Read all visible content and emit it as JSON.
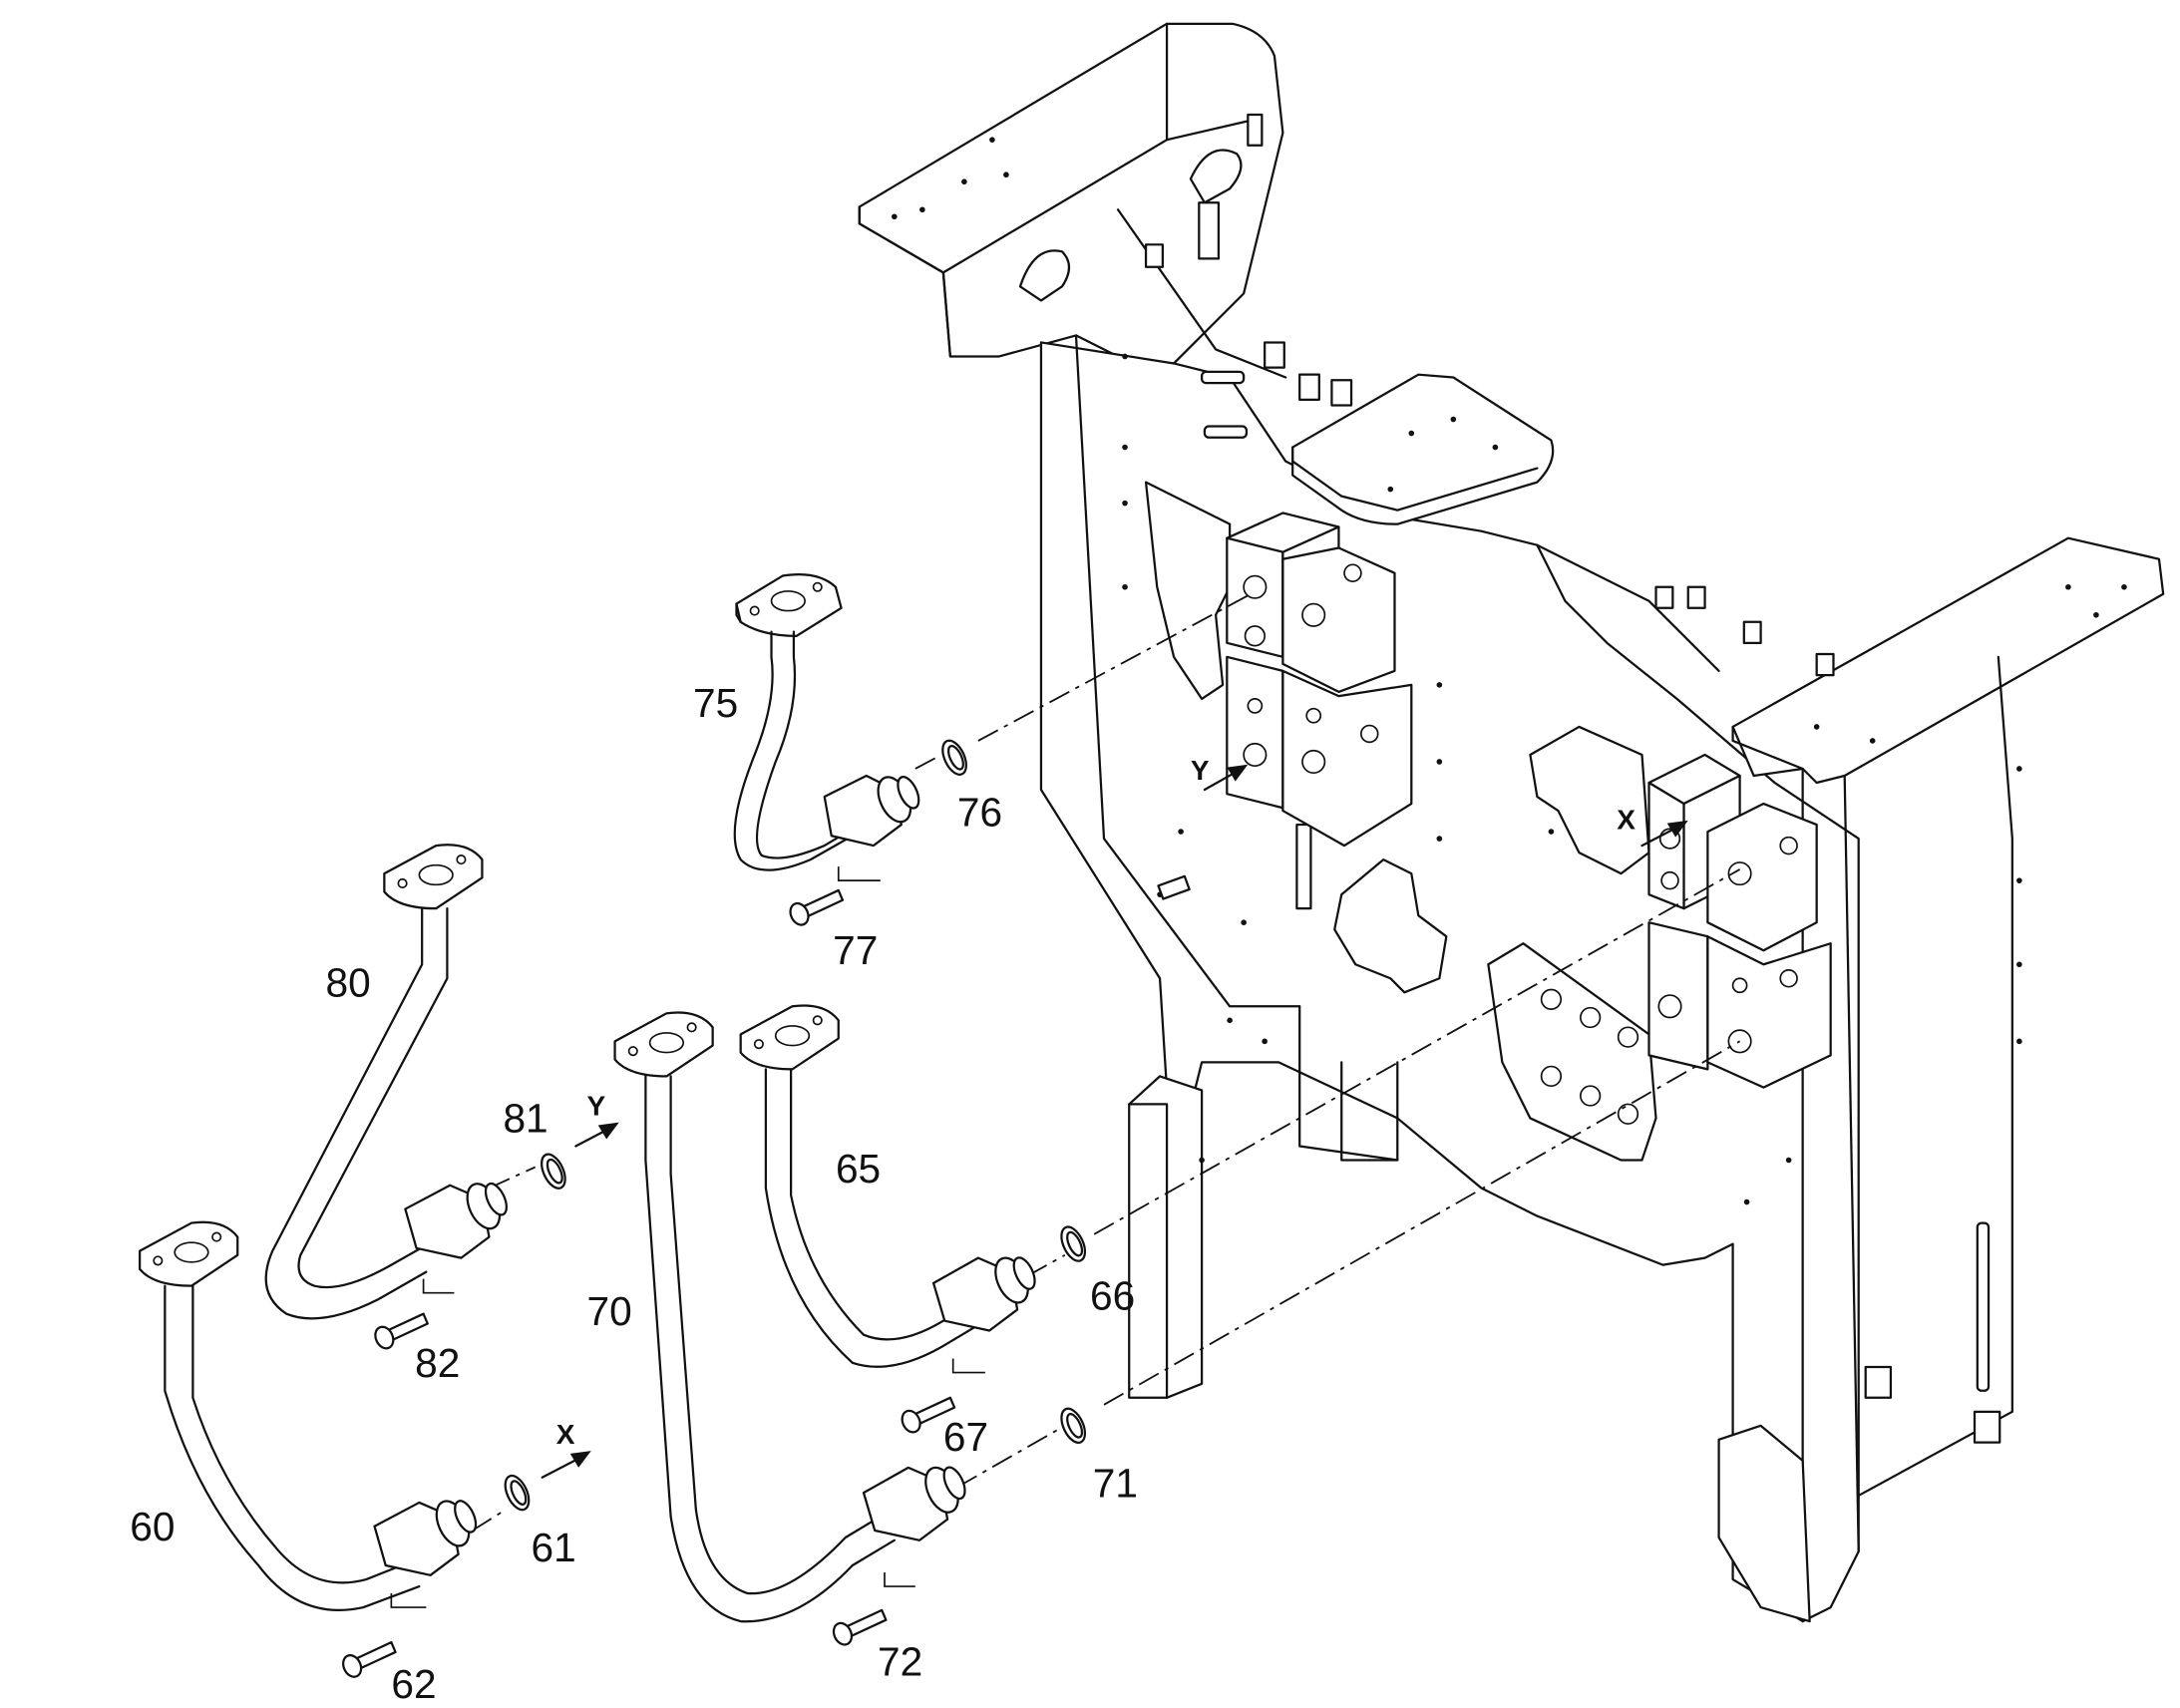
{
  "callouts": [
    {
      "id": "60",
      "label": "60"
    },
    {
      "id": "61",
      "label": "61"
    },
    {
      "id": "62",
      "label": "62"
    },
    {
      "id": "65",
      "label": "65"
    },
    {
      "id": "66",
      "label": "66"
    },
    {
      "id": "67",
      "label": "67"
    },
    {
      "id": "70",
      "label": "70"
    },
    {
      "id": "71",
      "label": "71"
    },
    {
      "id": "72",
      "label": "72"
    },
    {
      "id": "75",
      "label": "75"
    },
    {
      "id": "76",
      "label": "76"
    },
    {
      "id": "77",
      "label": "77"
    },
    {
      "id": "80",
      "label": "80"
    },
    {
      "id": "81",
      "label": "81"
    },
    {
      "id": "82",
      "label": "82"
    }
  ],
  "port_markers": {
    "x": "X",
    "y": "Y"
  }
}
